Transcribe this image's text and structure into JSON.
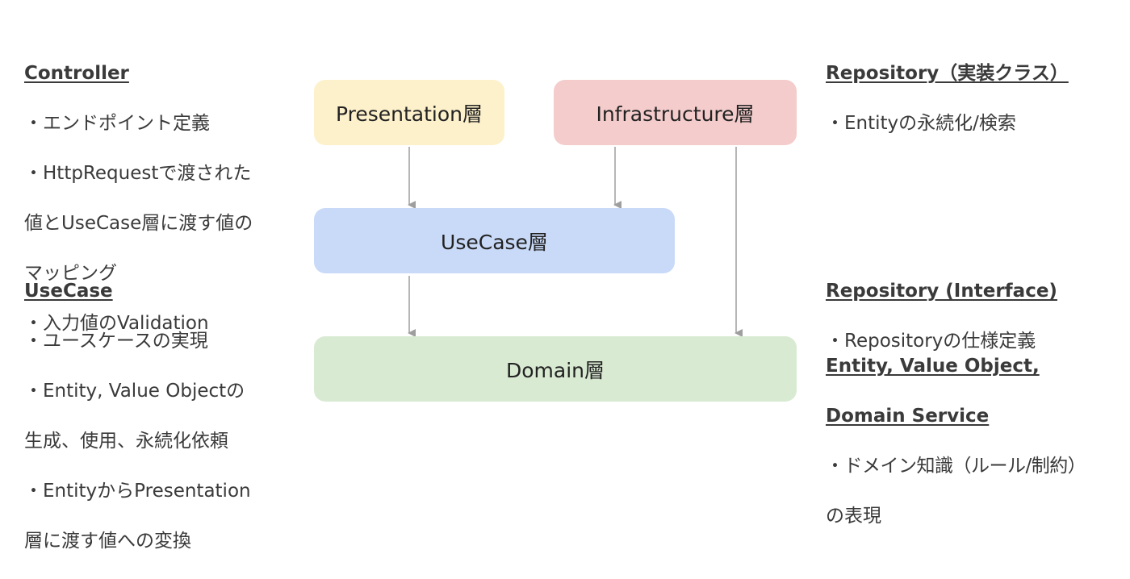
{
  "layers": {
    "presentation": {
      "label": "Presentation層",
      "color": "#fdf1cb"
    },
    "infrastructure": {
      "label": "Infrastructure層",
      "color": "#f4cccc"
    },
    "usecase": {
      "label": "UseCase層",
      "color": "#c9daf8"
    },
    "domain": {
      "label": "Domain層",
      "color": "#d9ead3"
    }
  },
  "arrow_color": "#9e9e9e",
  "notes": {
    "controller": {
      "title": "Controller",
      "lines": [
        "・エンドポイント定義",
        "・HttpRequestで渡された",
        "値とUseCase層に渡す値の",
        "マッピング",
        "・入力値のValidation"
      ]
    },
    "usecase": {
      "title": "UseCase",
      "lines": [
        "・ユースケースの実現",
        "・Entity, Value Objectの",
        "生成、使用、永続化依頼",
        "・EntityからPresentation",
        "層に渡す値への変換"
      ]
    },
    "repository_impl": {
      "title": "Repository（実装クラス）",
      "lines": [
        "・Entityの永続化/検索"
      ]
    },
    "repository_interface": {
      "title": "Repository (Interface)",
      "lines": [
        "・Repositoryの仕様定義"
      ]
    },
    "domain": {
      "title_line1": "Entity, Value Object,",
      "title_line2": "Domain Service",
      "lines": [
        "・ドメイン知識（ルール/制約）",
        "の表現"
      ]
    }
  }
}
